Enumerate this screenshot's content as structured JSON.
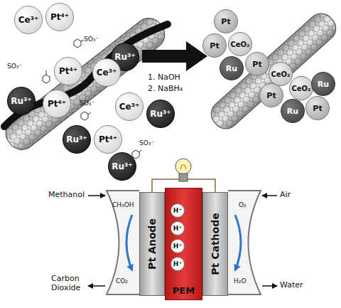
{
  "diagram": {
    "nodes": [
      {
        "text": [
          "Ce³⁺"
        ]
      },
      {
        "text": [
          "Pt⁴⁺"
        ]
      },
      {
        "text": [
          "Ru³⁺"
        ]
      },
      {
        "text": [
          "Pt⁴⁺"
        ]
      },
      {
        "text": [
          "Ce³⁺"
        ]
      },
      {
        "text": [
          "Ru³⁺"
        ]
      },
      {
        "text": [
          "Pt⁴⁺"
        ]
      },
      {
        "text": [
          "Ce³⁺"
        ]
      },
      {
        "text": [
          "Ru³⁺"
        ]
      },
      {
        "text": [
          "Ru³⁺"
        ]
      },
      {
        "text": [
          "Pt⁴⁺"
        ]
      },
      {
        "text": [
          "Ru³⁺"
        ]
      },
      {
        "text": [
          "Pt"
        ]
      },
      {
        "text": [
          "Pt"
        ]
      },
      {
        "text": [
          "CeO₂"
        ]
      },
      {
        "text": [
          "Ru"
        ]
      },
      {
        "text": [
          "Pt"
        ]
      },
      {
        "text": [
          "CeO₂"
        ]
      },
      {
        "text": [
          "Pt"
        ]
      },
      {
        "text": [
          "CeO₂"
        ]
      },
      {
        "text": [
          "Ru"
        ]
      },
      {
        "text": [
          "Pt"
        ]
      },
      {
        "text": [
          "Ru"
        ]
      },
      {
        "text": [
          "Pt Anode"
        ]
      },
      {
        "text": [
          "PEM"
        ]
      },
      {
        "text": [
          "H⁺"
        ],
        "in": 24
      },
      {
        "text": [
          "H⁺"
        ],
        "in": 24
      },
      {
        "text": [
          "H⁺"
        ],
        "in": 24
      },
      {
        "text": [
          "H⁺"
        ],
        "in": 24
      },
      {
        "text": [
          "Pt Cathode"
        ]
      }
    ],
    "edges": [
      {
        "from": 25,
        "to": 29,
        "arrow": "to"
      },
      {
        "from": 26,
        "to": 29,
        "arrow": "to"
      },
      {
        "from": 27,
        "to": 29,
        "arrow": "to"
      },
      {
        "from": 28,
        "to": 29,
        "arrow": "to"
      }
    ],
    "labels": [
      "1. NaOH",
      "2. NaBH₄",
      "SO₃⁻",
      "SO₃⁻",
      "SO₃⁻",
      "SO₃⁻",
      "Methanol",
      "CH₃OH",
      "Carbon Dioxide",
      "CO₂",
      "Air",
      "O₂",
      "Water",
      "H₂O"
    ]
  }
}
